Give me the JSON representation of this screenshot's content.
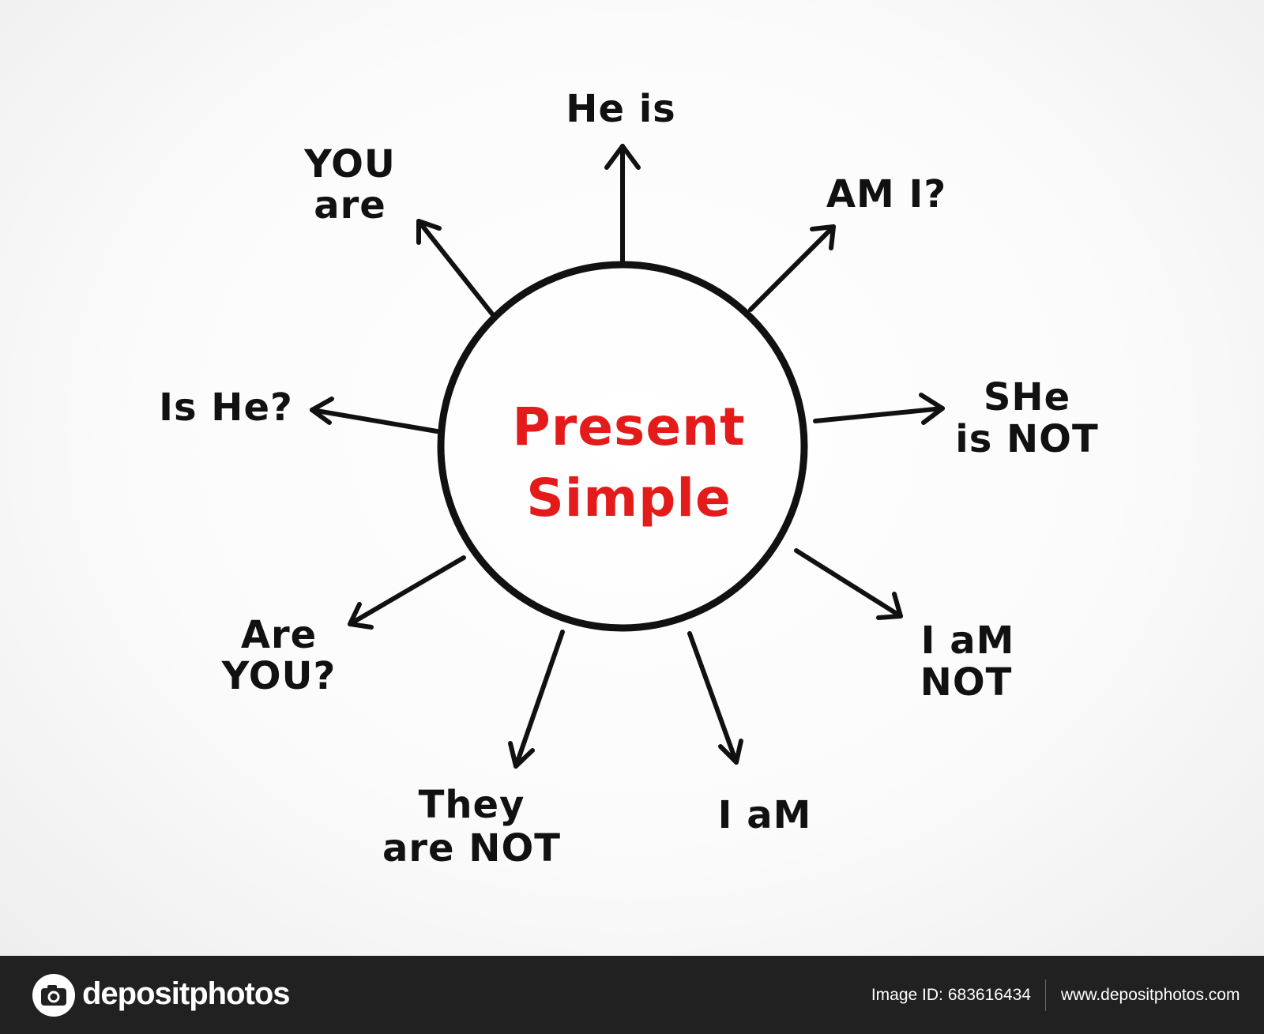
{
  "diagram": {
    "center": {
      "line1": "Present",
      "line2": "Simple",
      "color": "#e31b1b"
    },
    "labels": {
      "he_is": "He is",
      "am_i": "AM I?",
      "she_is_not_1": "SHe",
      "she_is_not_2": "is NOT",
      "i_am_not_1": "I aM",
      "i_am_not_2": "NOT",
      "i_am": "I aM",
      "they_are_not_1": "They",
      "they_are_not_2": "are NOT",
      "are_you_1": "Are",
      "are_you_2": "YOU?",
      "is_he": "Is He?",
      "you_are_1": "YOU",
      "you_are_2": "are"
    },
    "ink_color": "#111111"
  },
  "footer": {
    "brand": "depositphotos",
    "image_id_label": "Image ID:",
    "image_id_value": "683616434",
    "url": "www.depositphotos.com"
  }
}
